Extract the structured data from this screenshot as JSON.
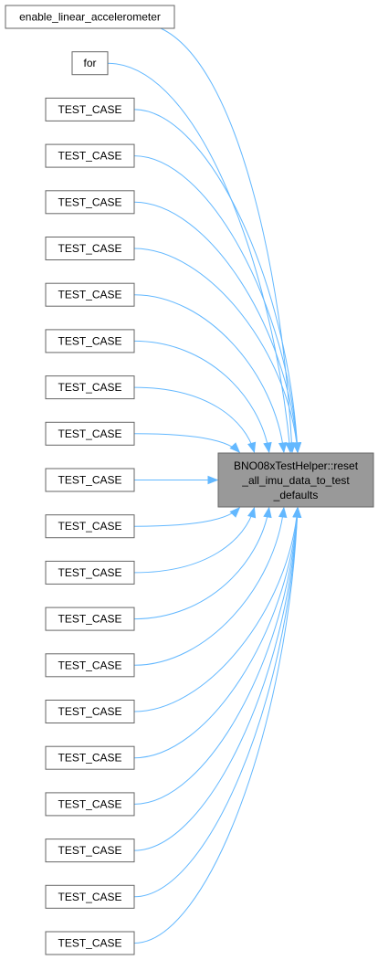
{
  "diagram": {
    "target": {
      "lines": [
        "BNO08xTestHelper::reset",
        "_all_imu_data_to_test",
        "_defaults"
      ]
    },
    "callers": [
      "enable_linear_accelerometer",
      "for",
      "TEST_CASE",
      "TEST_CASE",
      "TEST_CASE",
      "TEST_CASE",
      "TEST_CASE",
      "TEST_CASE",
      "TEST_CASE",
      "TEST_CASE",
      "TEST_CASE",
      "TEST_CASE",
      "TEST_CASE",
      "TEST_CASE",
      "TEST_CASE",
      "TEST_CASE",
      "TEST_CASE",
      "TEST_CASE",
      "TEST_CASE",
      "TEST_CASE",
      "TEST_CASE"
    ],
    "colors": {
      "edge": "#63b8ff",
      "target_fill": "#999999",
      "box_border": "#666666"
    }
  }
}
